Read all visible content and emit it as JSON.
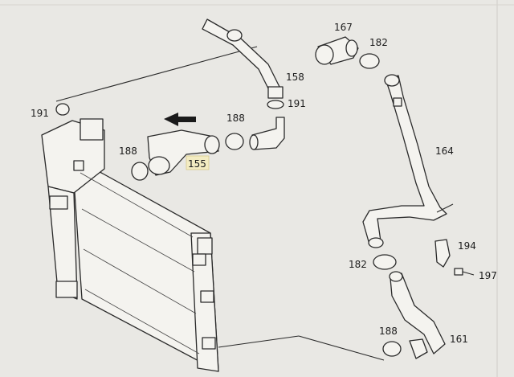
{
  "colors": {
    "background": "#e9e8e4",
    "line": "#2a2a2a",
    "highlight": "#f3ecc2"
  },
  "labels": {
    "p155": "155",
    "p158": "158",
    "p161": "161",
    "p164": "164",
    "p167": "167",
    "p182a": "182",
    "p182b": "182",
    "p188a": "188",
    "p188b": "188",
    "p188c": "188",
    "p191a": "191",
    "p191b": "191",
    "p194": "194",
    "p197": "197"
  },
  "arrow": {
    "icon": "arrow-left-icon"
  }
}
